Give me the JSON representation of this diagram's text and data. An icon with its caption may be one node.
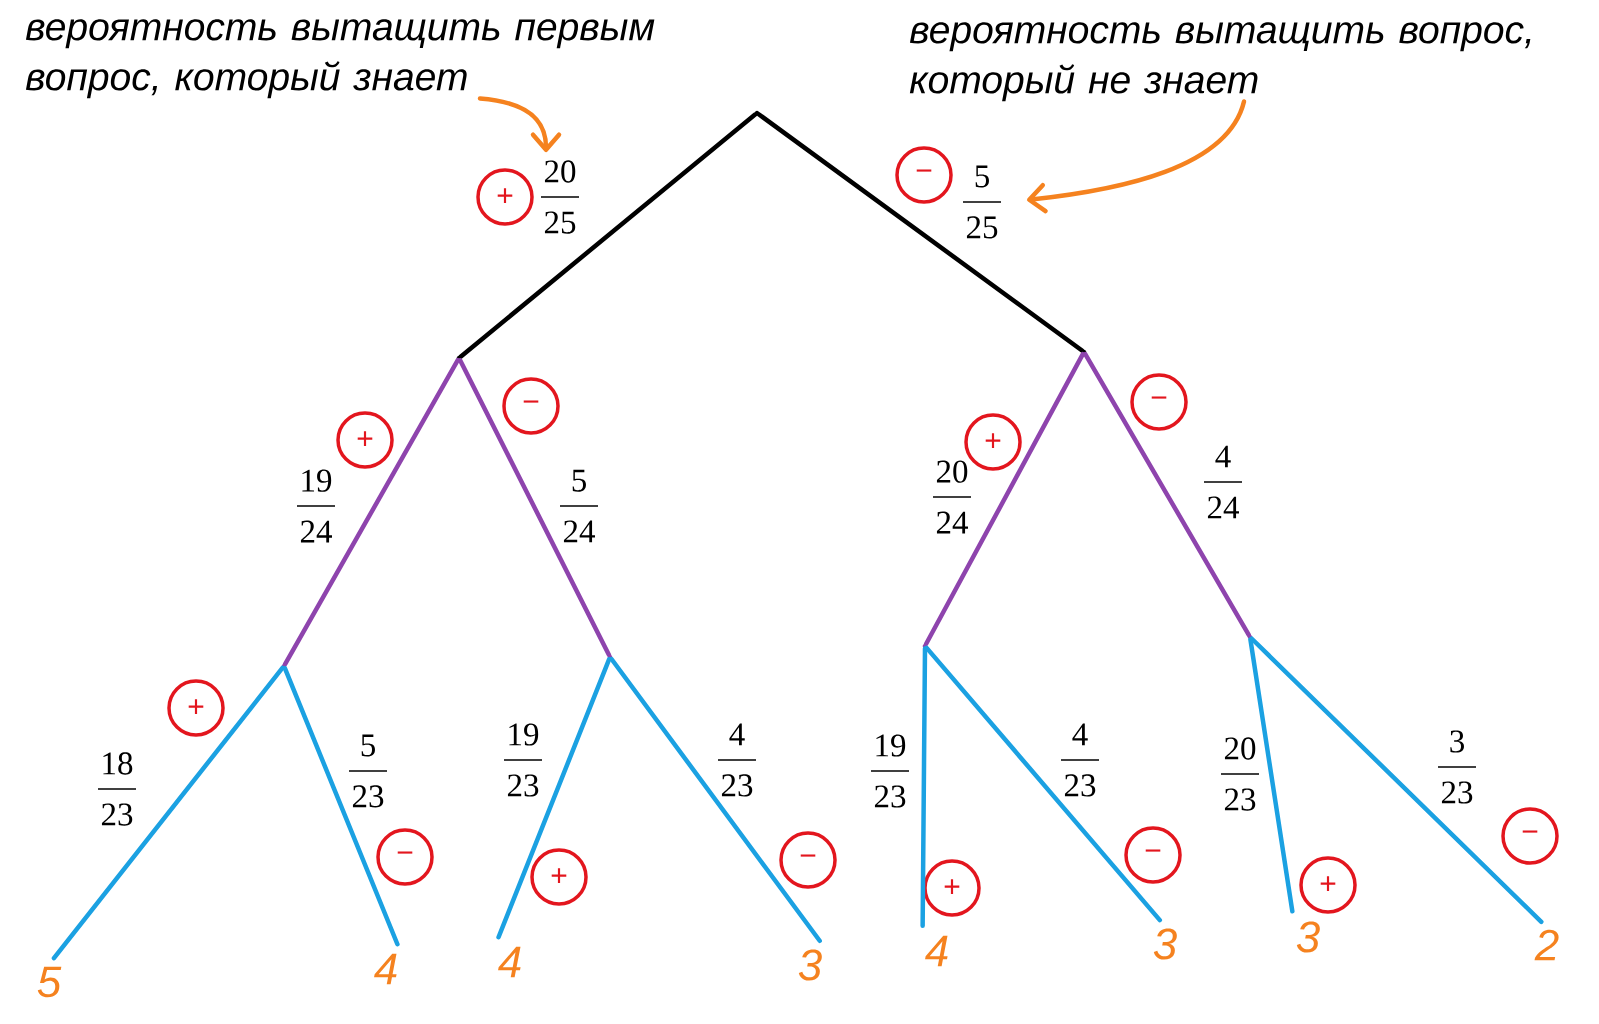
{
  "diagram": {
    "nodes": [
      {
        "text": [
          "вероятность вытащить первым вопрос, который знает"
        ]
      },
      {
        "text": [
          "вероятность вытащить вопрос, который не знает"
        ]
      },
      {
        "text": [],
        "shape": "point"
      },
      {
        "text": [
          "+"
        ]
      },
      {
        "text": [
          "−"
        ]
      },
      {
        "text": [],
        "shape": "point"
      },
      {
        "text": [],
        "shape": "point"
      },
      {
        "text": [
          "+"
        ]
      },
      {
        "text": [
          "−"
        ]
      },
      {
        "text": [
          "+"
        ]
      },
      {
        "text": [
          "−"
        ]
      },
      {
        "text": [],
        "shape": "point"
      },
      {
        "text": [],
        "shape": "point"
      },
      {
        "text": [],
        "shape": "point"
      },
      {
        "text": [],
        "shape": "point"
      },
      {
        "text": [
          "+"
        ]
      },
      {
        "text": [
          "−"
        ]
      },
      {
        "text": [
          "+"
        ]
      },
      {
        "text": [
          "−"
        ]
      },
      {
        "text": [
          "+"
        ]
      },
      {
        "text": [
          "−"
        ]
      },
      {
        "text": [
          "+"
        ]
      },
      {
        "text": [
          "−"
        ]
      },
      {
        "text": [
          "5"
        ]
      },
      {
        "text": [
          "4"
        ]
      },
      {
        "text": [
          "4"
        ]
      },
      {
        "text": [
          "3"
        ]
      },
      {
        "text": [
          "4"
        ]
      },
      {
        "text": [
          "3"
        ]
      },
      {
        "text": [
          "3"
        ]
      },
      {
        "text": [
          "2"
        ]
      }
    ],
    "edges": [
      {
        "from": 2,
        "to": 5,
        "arrow": "none",
        "label": "20 25",
        "color": "#000000"
      },
      {
        "from": 2,
        "to": 6,
        "arrow": "none",
        "label": "5 25",
        "color": "#000000"
      },
      {
        "from": 5,
        "to": 11,
        "arrow": "none",
        "label": "19 24",
        "color": "#8e44ad"
      },
      {
        "from": 5,
        "to": 12,
        "arrow": "none",
        "label": "5 24",
        "color": "#8e44ad"
      },
      {
        "from": 6,
        "to": 13,
        "arrow": "none",
        "label": "20 24",
        "color": "#8e44ad"
      },
      {
        "from": 6,
        "to": 14,
        "arrow": "none",
        "label": "4 24",
        "color": "#8e44ad"
      },
      {
        "from": 11,
        "to": 23,
        "arrow": "none",
        "label": "18 23"
      },
      {
        "from": 11,
        "to": 24,
        "arrow": "none",
        "label": "5 23"
      },
      {
        "from": 12,
        "to": 25,
        "arrow": "none",
        "label": "19 23"
      },
      {
        "from": 12,
        "to": 26,
        "arrow": "none",
        "label": "4 23"
      },
      {
        "from": 13,
        "to": 27,
        "arrow": "none",
        "label": "19 23"
      },
      {
        "from": 13,
        "to": 28,
        "arrow": "none",
        "label": "4 23"
      },
      {
        "from": 14,
        "to": 29,
        "arrow": "none",
        "label": "20 23"
      },
      {
        "from": 14,
        "to": 30,
        "arrow": "none",
        "label": "3 23"
      },
      {
        "from": 0,
        "to": null,
        "arrow": "to",
        "color": "#f5821f"
      },
      {
        "from": 1,
        "to": null,
        "arrow": "to",
        "color": "#f5821f"
      }
    ]
  }
}
